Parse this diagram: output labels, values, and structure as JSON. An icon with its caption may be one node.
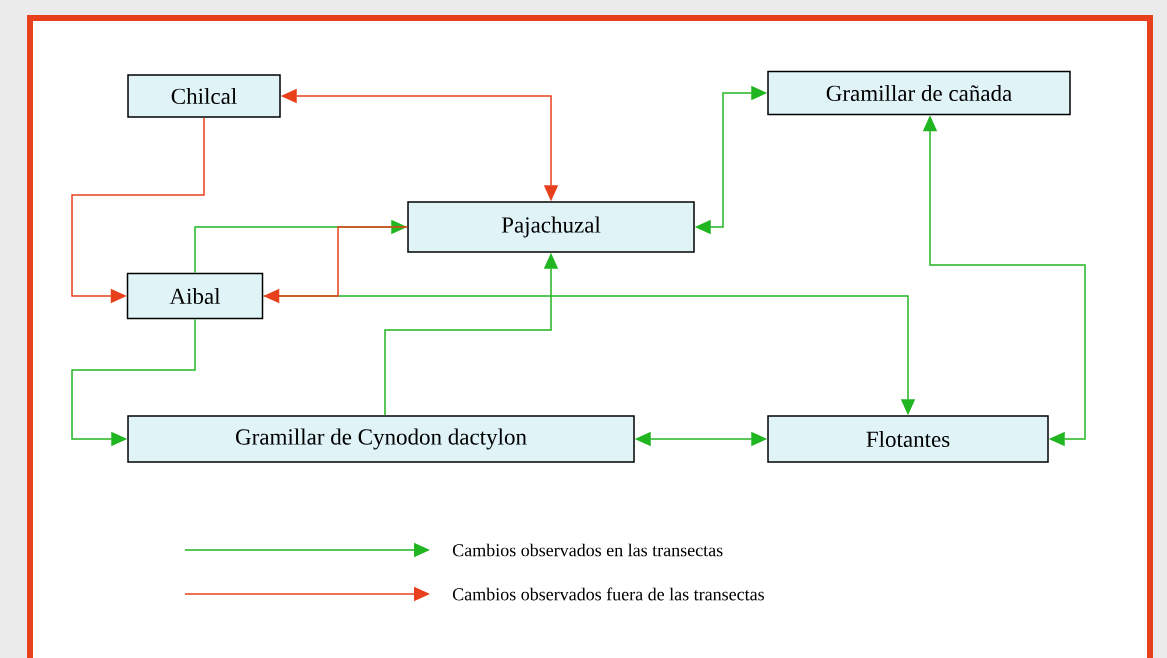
{
  "diagram": {
    "nodes": [
      {
        "text": [
          "Chilcal"
        ]
      },
      {
        "text": [
          "Gramillar de cañada"
        ]
      },
      {
        "text": [
          "Pajachuzal"
        ]
      },
      {
        "text": [
          "Aibal"
        ]
      },
      {
        "text": [
          "Gramillar de Cynodon dactylon"
        ]
      },
      {
        "text": [
          "Flotantes"
        ]
      }
    ],
    "edges": [
      {
        "from": 0,
        "to": 2,
        "arrow": "both",
        "color": "#e8401c"
      },
      {
        "from": 0,
        "to": 3,
        "arrow": "to",
        "color": "#e8401c"
      },
      {
        "from": 3,
        "to": 2,
        "arrow": "to"
      },
      {
        "from": 2,
        "to": 3,
        "arrow": "to",
        "color": "#e8401c"
      },
      {
        "from": 3,
        "to": 5,
        "arrow": "to"
      },
      {
        "from": 3,
        "to": 4,
        "arrow": "to"
      },
      {
        "from": 4,
        "to": 2,
        "arrow": "to"
      },
      {
        "from": 2,
        "to": 1,
        "arrow": "both"
      },
      {
        "from": 5,
        "to": 1,
        "arrow": "both"
      },
      {
        "from": 4,
        "to": 5,
        "arrow": "both"
      }
    ],
    "legend": [
      {
        "text": "Cambios observados en las transectas"
      },
      {
        "text": "Cambios observados fuera de las transectas"
      }
    ]
  }
}
